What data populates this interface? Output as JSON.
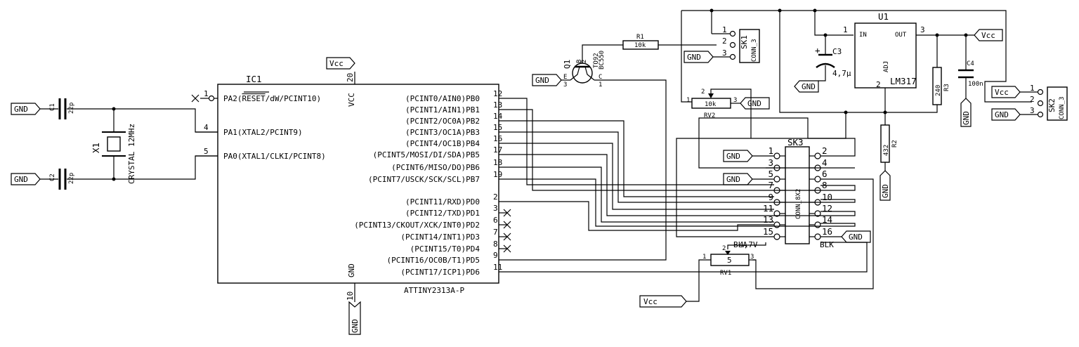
{
  "power": {
    "gnd": "GND",
    "vcc": "Vcc"
  },
  "ic1": {
    "ref": "IC1",
    "part": "ATTINY2313A-P",
    "vcc_pin": {
      "num": "20",
      "name": "VCC"
    },
    "gnd_pin": {
      "num": "10",
      "name": "GND"
    },
    "left_pins": [
      {
        "num": "1",
        "name": "PA2(RESET/dW/PCINT10)",
        "pre": "PA2(",
        "over": "RESET",
        "post": "/dW/PCINT10)"
      },
      {
        "num": "4",
        "name": "PA1(XTAL2/PCINT9)"
      },
      {
        "num": "5",
        "name": "PA0(XTAL1/CLKI/PCINT8)"
      }
    ],
    "right_pins": [
      {
        "num": "12",
        "name": "(PCINT0/AIN0)PB0"
      },
      {
        "num": "13",
        "name": "(PCINT1/AIN1)PB1"
      },
      {
        "num": "14",
        "name": "(PCINT2/OC0A)PB2"
      },
      {
        "num": "15",
        "name": "(PCINT3/OC1A)PB3"
      },
      {
        "num": "16",
        "name": "(PCINT4/OC1B)PB4"
      },
      {
        "num": "17",
        "name": "(PCINT5/MOSI/DI/SDA)PB5"
      },
      {
        "num": "18",
        "name": "(PCINT6/MISO/DO)PB6"
      },
      {
        "num": "19",
        "name": "(PCINT7/USCK/SCK/SCL)PB7"
      },
      {
        "num": "2",
        "name": "(PCINT11/RXD)PD0"
      },
      {
        "num": "3",
        "name": "(PCINT12/TXD)PD1"
      },
      {
        "num": "6",
        "name": "(PCINT13/CKOUT/XCK/INT0)PD2"
      },
      {
        "num": "7",
        "name": "(PCINT14/INT1)PD3"
      },
      {
        "num": "8",
        "name": "(PCINT15/T0)PD4"
      },
      {
        "num": "9",
        "name": "(PCINT16/OC0B/T1)PD5"
      },
      {
        "num": "11",
        "name": "(PCINT17/ICP1)PD6"
      }
    ]
  },
  "c1": {
    "ref": "C1",
    "value": "22p"
  },
  "c2": {
    "ref": "C2",
    "value": "22p"
  },
  "x1": {
    "ref": "X1",
    "value": "CRYSTAL 12MHz"
  },
  "q1": {
    "ref": "Q1",
    "package": "TO92",
    "part": "BC550",
    "pin_e": "E",
    "pin_b": "B",
    "pin_c": "C",
    "num_e": "3",
    "num_b": "2",
    "num_c": "1"
  },
  "r1": {
    "ref": "R1",
    "value": "10k"
  },
  "rv2": {
    "ref": "RV2",
    "value": "10k",
    "p1": "1",
    "p2": "2",
    "p3": "3"
  },
  "sk1": {
    "ref": "SK1",
    "value": "CONN_3",
    "pins": [
      "1",
      "2",
      "3"
    ]
  },
  "sk2": {
    "ref": "SK2",
    "value": "CONN_3",
    "pins": [
      "1",
      "2",
      "3"
    ]
  },
  "c3": {
    "ref": "C3",
    "value": "4,7µ",
    "plus": "+"
  },
  "c4": {
    "ref": "C4",
    "value": "100n"
  },
  "u1": {
    "ref": "U1",
    "part": "LM317",
    "in": "IN",
    "out": "OUT",
    "adj": "ADJ",
    "n_in": "1",
    "n_out": "3",
    "n_adj": "2"
  },
  "r3": {
    "ref": "R3",
    "value": "240"
  },
  "r2": {
    "ref": "R2",
    "value": "432"
  },
  "sk3": {
    "ref": "SK3",
    "value": "CONN_8X2",
    "left": [
      "1",
      "3",
      "5",
      "7",
      "9",
      "11",
      "13",
      "15"
    ],
    "right": [
      "2",
      "4",
      "6",
      "8",
      "10",
      "12",
      "14",
      "16"
    ],
    "bla": "BLA",
    "blk": "BLK",
    "bl_voltage": "4,7V"
  },
  "rv1": {
    "ref": "RV1",
    "value": "5",
    "p1": "1",
    "p2": "2",
    "p3": "3"
  }
}
